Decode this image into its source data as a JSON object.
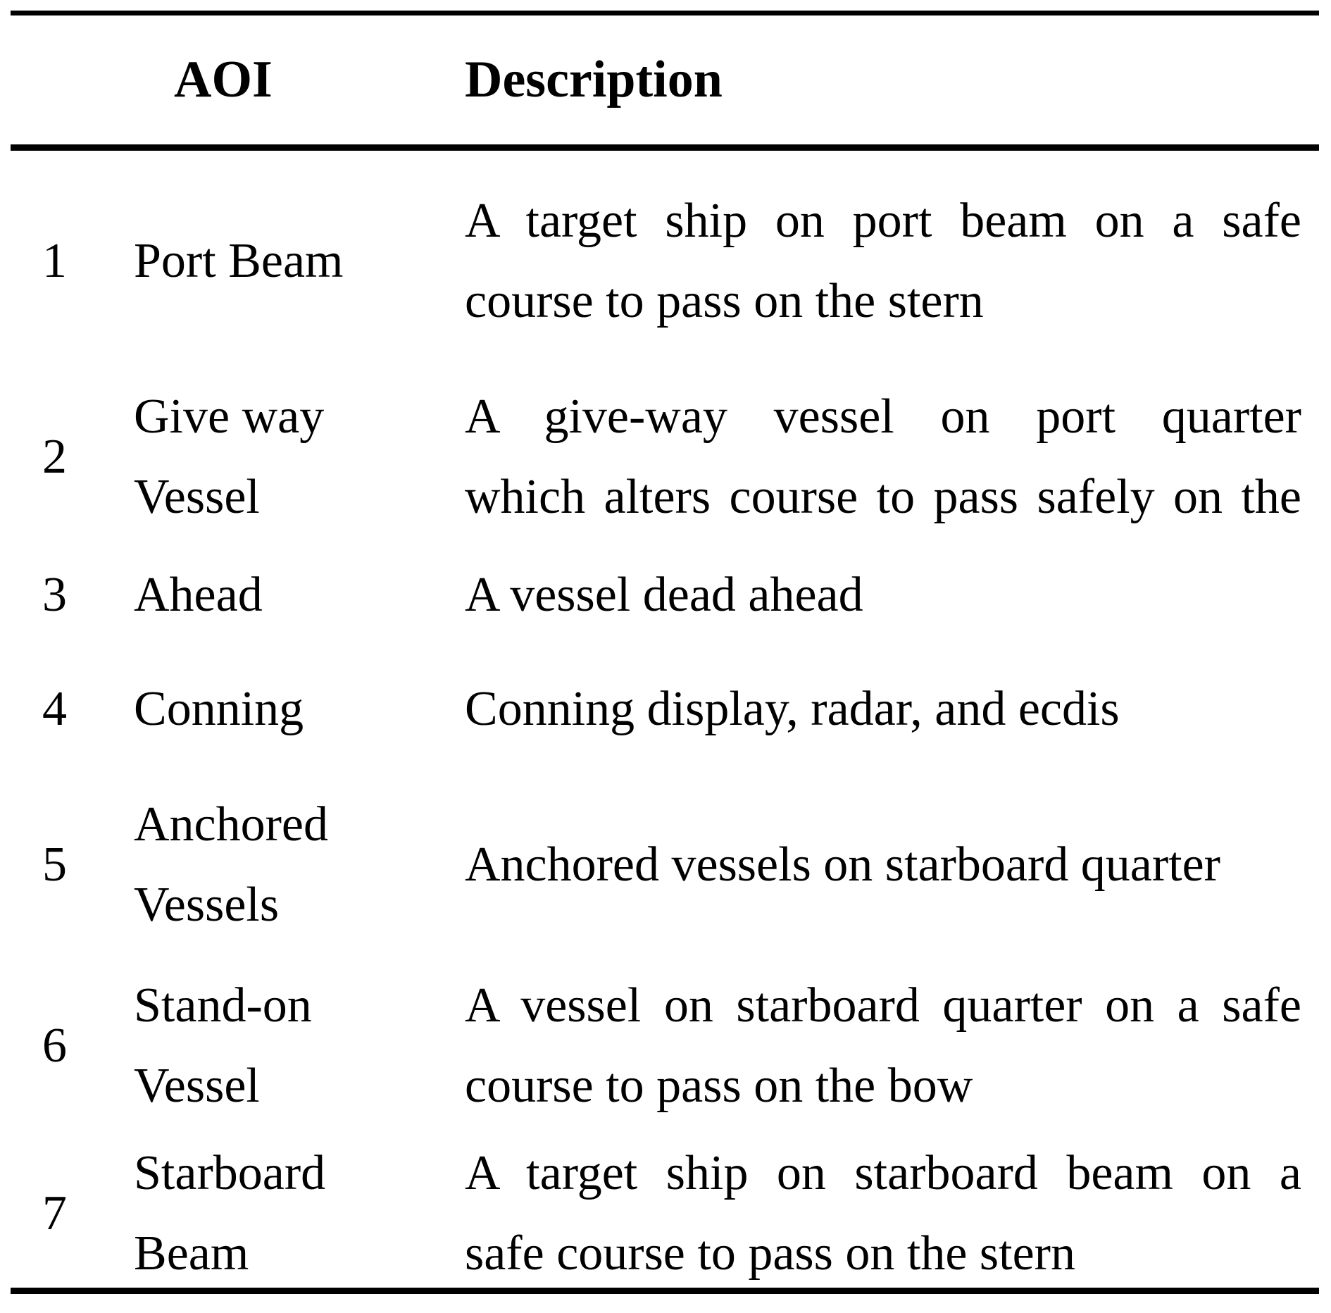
{
  "table": {
    "header": {
      "aoi": "AOI",
      "description": "Description"
    },
    "rows": [
      {
        "num": "1",
        "aoi": "Port Beam",
        "desc": [
          "A target ship on port beam on a safe",
          "course to pass on the stern"
        ]
      },
      {
        "num": "2",
        "aoi": "Give way Vessel",
        "desc": [
          "A give-way vessel on port quarter",
          "which alters course to pass safely on the"
        ]
      },
      {
        "num": "3",
        "aoi": "Ahead",
        "desc": [
          "A vessel dead ahead"
        ]
      },
      {
        "num": "4",
        "aoi": "Conning",
        "desc": [
          "Conning display, radar, and ecdis"
        ]
      },
      {
        "num": "5",
        "aoi": "Anchored Vessels",
        "desc": [
          "Anchored vessels on starboard quarter"
        ]
      },
      {
        "num": "6",
        "aoi": "Stand-on Vessel",
        "desc": [
          "A vessel on starboard quarter on a safe",
          "course to pass on the bow"
        ]
      },
      {
        "num": "7",
        "aoi": "Starboard Beam",
        "desc": [
          "A target ship on starboard beam on a",
          "safe course to pass on the stern"
        ]
      }
    ]
  }
}
